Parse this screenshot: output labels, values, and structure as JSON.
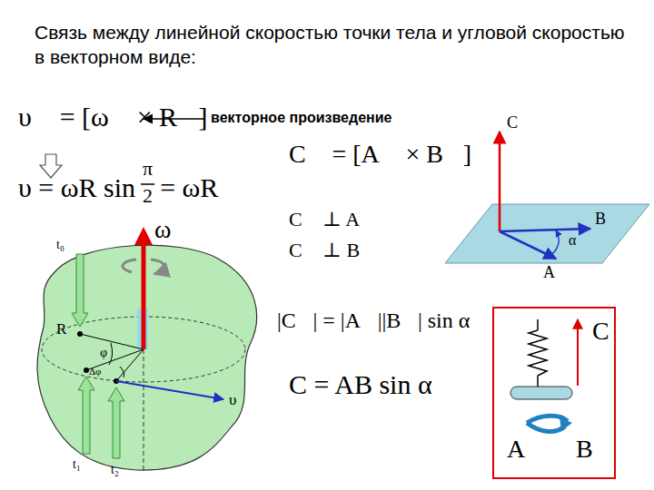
{
  "diagram": {
    "title": "Связь между линейной скоростью точки тела и угловой скоростью в векторном виде:",
    "nodes": [
      {
        "text": [
          "C⃗",
          "A⃗",
          "B⃗"
        ]
      }
    ],
    "labels": [
      "υ⃗ = [ω⃗ × R⃗]",
      "векторное произведение",
      "υ = ωR sin",
      "π",
      "2",
      "= ωR",
      "C⃗ = [A⃗ × B⃗]",
      "C⃗ ⊥ A⃗",
      "C⃗ ⊥ B⃗",
      "|C⃗| = |A⃗||B⃗| sin α",
      "C = AB sin α",
      "t₀",
      "R⃗",
      "φ",
      "Δφ",
      "υ",
      "t₁",
      "t₂",
      "ω⃗",
      "C⃗",
      "B⃗",
      "α",
      "A⃗"
    ]
  }
}
